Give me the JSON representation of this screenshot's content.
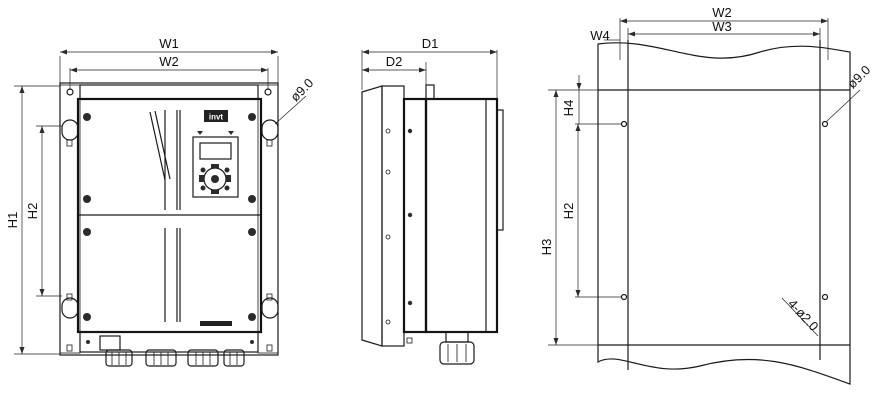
{
  "front_view": {
    "w1": "W1",
    "w2": "W2",
    "h1": "H1",
    "h2": "H2",
    "hole": "ø9.0"
  },
  "side_view": {
    "d1": "D1",
    "d2": "D2"
  },
  "mounting_view": {
    "w2": "W2",
    "w3": "W3",
    "w4": "W4",
    "h2": "H2",
    "h3": "H3",
    "h4": "H4",
    "hole": "ø9.0",
    "holes": "4-ø2.0"
  },
  "panel_logo": "invt"
}
